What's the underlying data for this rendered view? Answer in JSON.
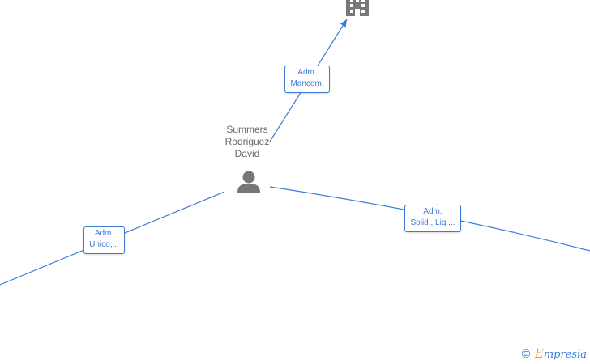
{
  "person": {
    "name_line1": "Summers",
    "name_line2": "Rodriguez",
    "name_line3": "David",
    "icon": "person-icon"
  },
  "company": {
    "icon": "building-icon"
  },
  "edges": [
    {
      "line1": "Adm.",
      "line2": "Mancom."
    },
    {
      "line1": "Adm.",
      "line2": "Unico,..."
    },
    {
      "line1": "Adm.",
      "line2": "Solid., Liq...."
    }
  ],
  "watermark": {
    "symbol": "©",
    "brand_first": "E",
    "brand_rest": "mpresia"
  },
  "colors": {
    "edge": "#3a7bd5",
    "icon": "#777777",
    "brand_accent": "#f39200"
  }
}
